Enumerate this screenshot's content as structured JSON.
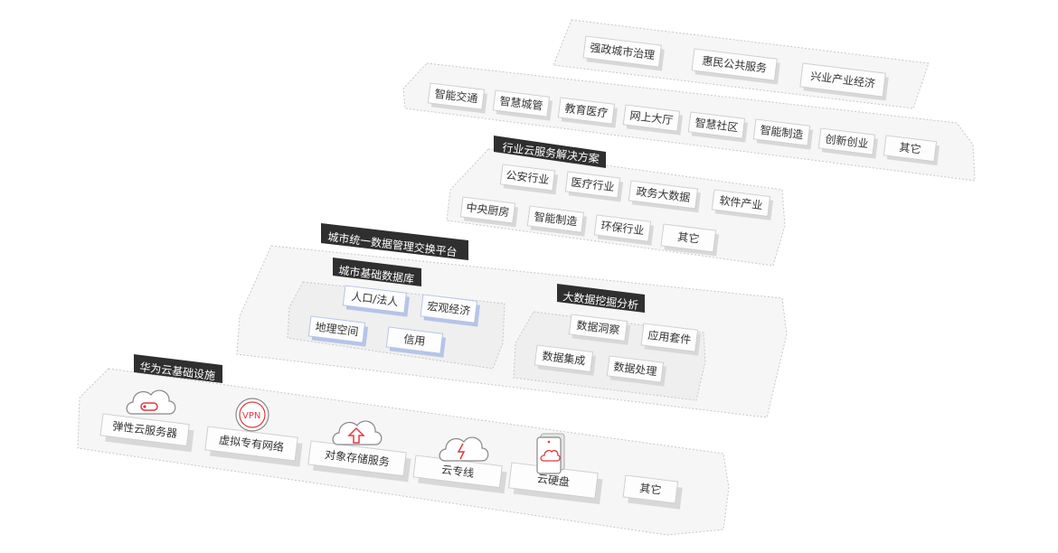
{
  "colors": {
    "accent_red": "#e0393e",
    "tag_bg": "#2f2f2f",
    "panel_fill": "#f6f6f6",
    "box_face": "#fdfdfd",
    "box_side": "#d8d8d8",
    "blue_box_side": "#b5c4e8"
  },
  "layer_top": {
    "items": [
      "强政城市治理",
      "惠民公共服务",
      "兴业产业经济"
    ]
  },
  "layer_apps": {
    "items": [
      "智能交通",
      "智慧城管",
      "教育医疗",
      "网上大厅",
      "智慧社区",
      "智能制造",
      "创新创业",
      "其它"
    ]
  },
  "layer_industry": {
    "title": "行业云服务解决方案",
    "row1": [
      "公安行业",
      "医疗行业",
      "政务大数据",
      "软件产业"
    ],
    "row2": [
      "中央厨房",
      "智能制造",
      "环保行业",
      "其它"
    ]
  },
  "layer_platform": {
    "title": "城市统一数据管理交换平台",
    "database": {
      "title": "城市基础数据库",
      "items": [
        "人口/法人",
        "宏观经济",
        "地理空间",
        "信用"
      ]
    },
    "analytics": {
      "title": "大数据挖掘分析",
      "items": [
        "数据洞察",
        "应用套件",
        "数据集成",
        "数据处理"
      ]
    }
  },
  "layer_infra": {
    "title": "华为云基础设施",
    "items": [
      {
        "label": "弹性云服务器",
        "icon": "cloud-server-icon"
      },
      {
        "label": "虚拟专有网络",
        "icon": "vpn-icon",
        "icon_text": "VPN"
      },
      {
        "label": "对象存储服务",
        "icon": "cloud-upload-icon"
      },
      {
        "label": "云专线",
        "icon": "cloud-lightning-icon"
      },
      {
        "label": "云硬盘",
        "icon": "cloud-disk-icon"
      },
      {
        "label": "其它",
        "icon": ""
      }
    ]
  }
}
